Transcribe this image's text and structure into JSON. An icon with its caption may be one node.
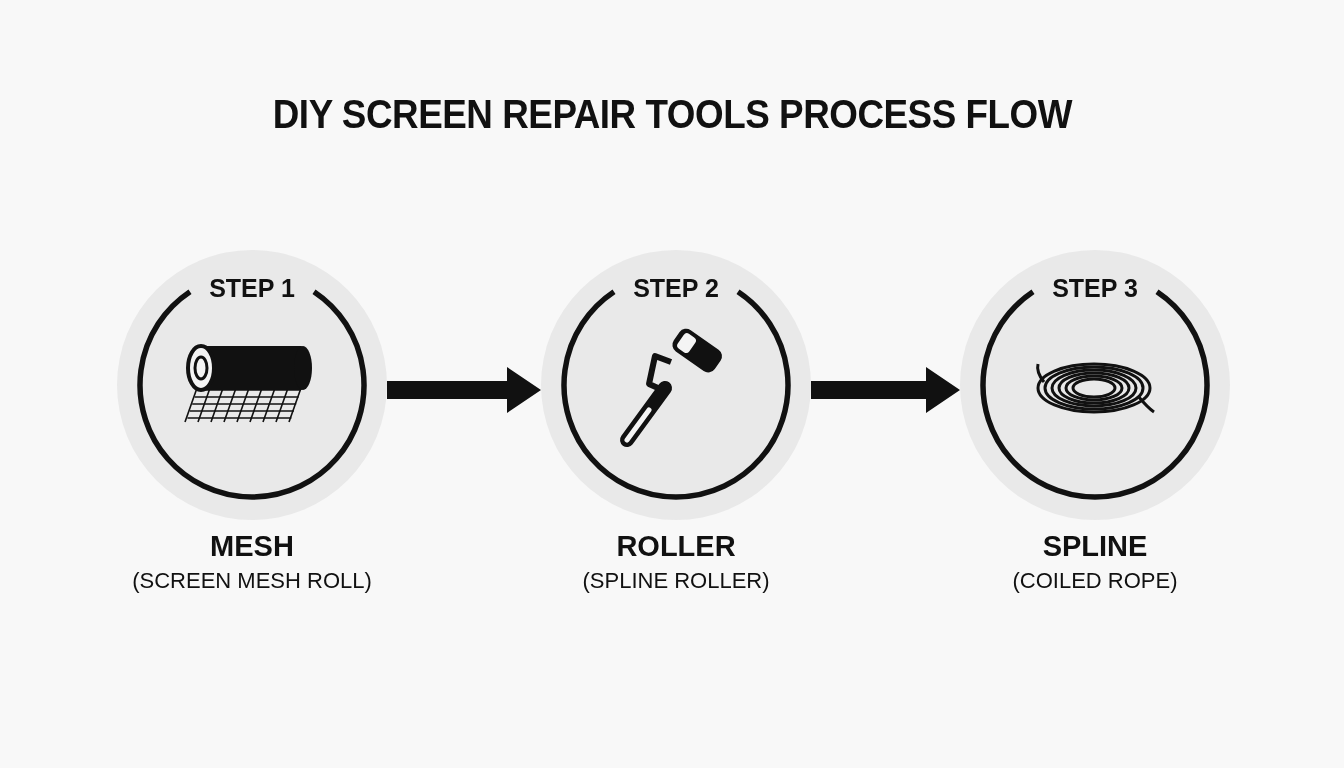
{
  "diagram": {
    "title": "DIY SCREEN REPAIR TOOLS PROCESS FLOW",
    "nodes": [
      {
        "text": [
          "STEP 1"
        ],
        "beside": [
          "MESH",
          "(SCREEN MESH ROLL)"
        ]
      },
      {
        "text": [
          "STEP 2"
        ],
        "beside": [
          "ROLLER",
          "(SPLINE ROLLER)"
        ]
      },
      {
        "text": [
          "STEP 3"
        ],
        "beside": [
          "SPLINE",
          "(COILED ROPE)"
        ]
      }
    ],
    "edges": [
      {
        "from": 0,
        "to": 1,
        "arrow": "to",
        "style": "thick"
      },
      {
        "from": 1,
        "to": 2,
        "arrow": "to",
        "style": "thick"
      }
    ]
  }
}
